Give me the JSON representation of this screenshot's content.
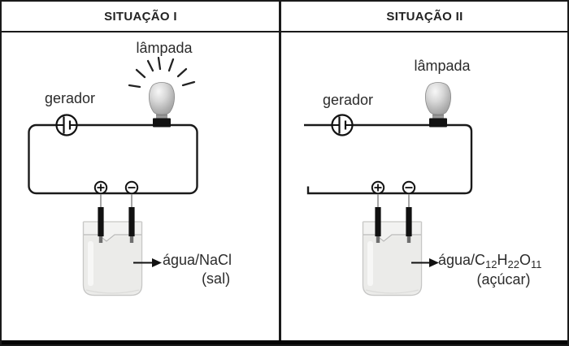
{
  "figure": {
    "description": "Electrical conductivity experiment comparing salt water and sugar water",
    "situations": [
      {
        "title": "SITUAÇÃO I",
        "lamp_label": "lâmpada",
        "lamp_state": "lit",
        "generator_label": "gerador",
        "positive_terminal_symbol": "+",
        "negative_terminal_symbol": "−",
        "solution": {
          "line1": "água/NaCl",
          "line2": "(sal)"
        }
      },
      {
        "title": "SITUAÇÃO II",
        "lamp_label": "lâmpada",
        "lamp_state": "unlit",
        "generator_label": "gerador",
        "positive_terminal_symbol": "+",
        "negative_terminal_symbol": "−",
        "solution": {
          "formula_parts": {
            "p1": "água/C",
            "s1": "12",
            "p2": "H",
            "s2": "22",
            "p3": "O",
            "s3": "11"
          },
          "line2": "(açúcar)"
        }
      }
    ],
    "colors": {
      "wire_black": "#1a1a1a",
      "text_dark": "#2b2b2b",
      "bulb_gray": "#c0c0c0",
      "bulb_highlight": "#f5f5f5",
      "glass_gray": "#f2f2f1",
      "liquid_gray": "#ebebe9"
    }
  }
}
